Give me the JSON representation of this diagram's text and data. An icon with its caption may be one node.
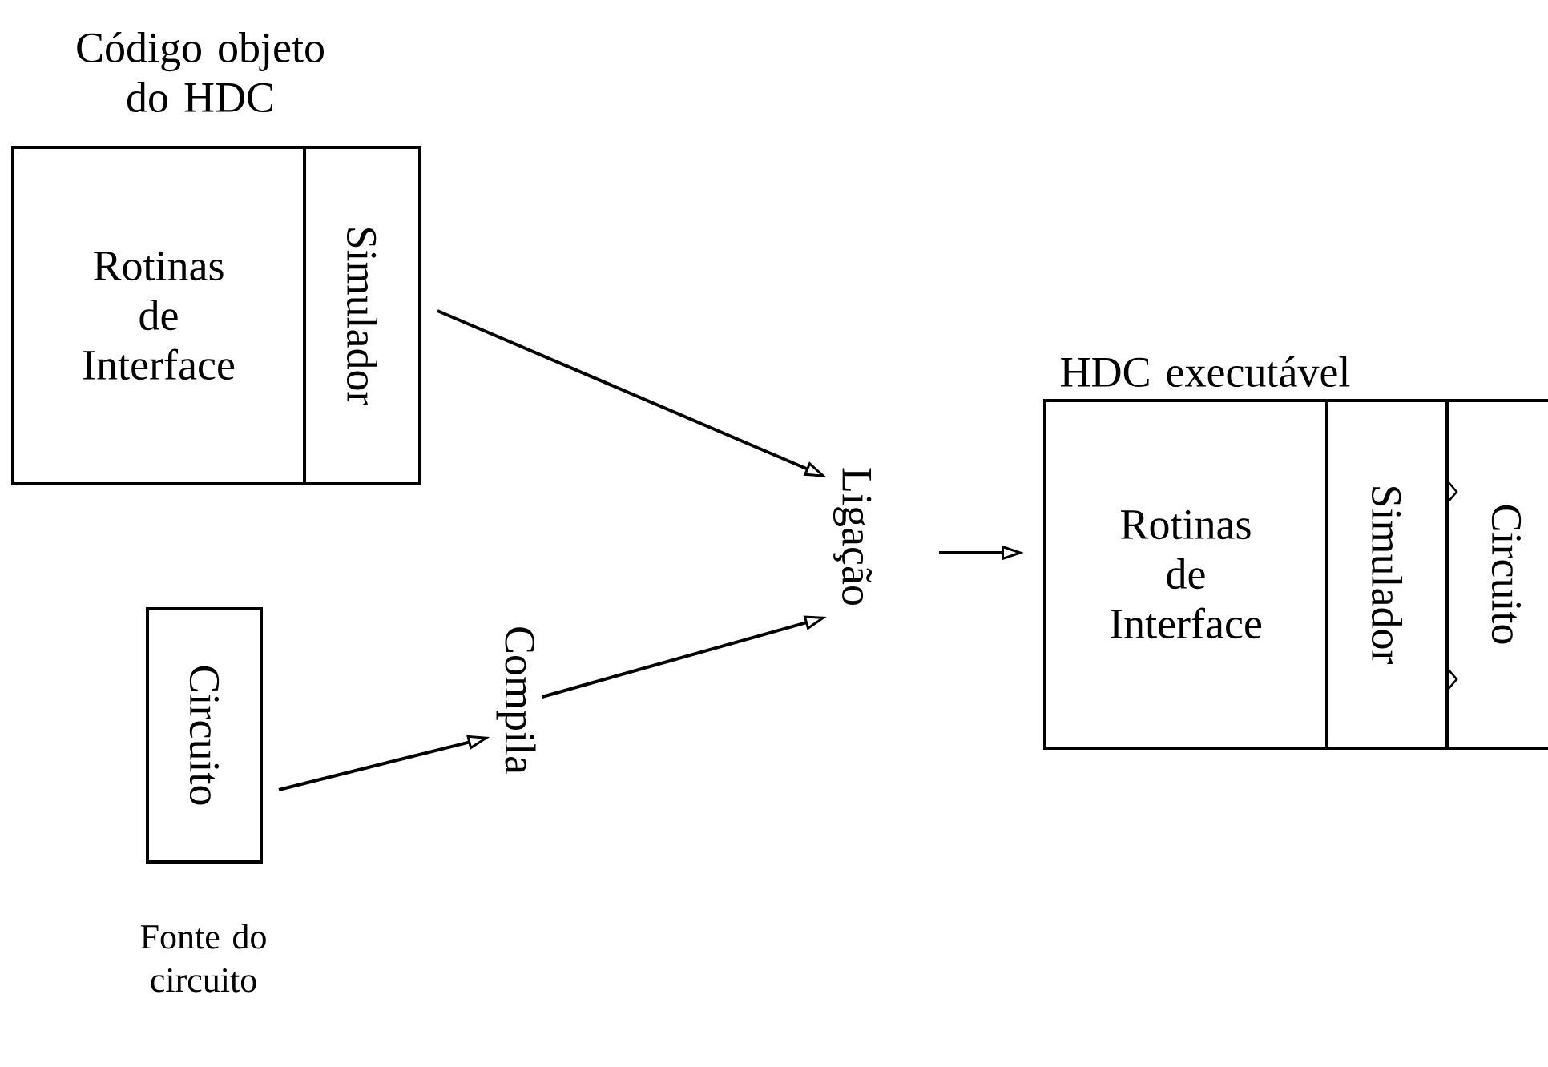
{
  "diagram": {
    "nodes": [
      {
        "text": [
          "Código objeto do HDC"
        ]
      },
      {
        "text": [
          "Rotinas de Interface"
        ],
        "in": 0
      },
      {
        "text": [
          "Simulador"
        ],
        "in": 0
      },
      {
        "text": [
          "Circuito"
        ],
        "beside": [
          "Fonte do circuito"
        ]
      },
      {
        "text": [
          "Compila"
        ]
      },
      {
        "text": [
          "Ligação"
        ]
      },
      {
        "text": [
          "HDC executável"
        ]
      },
      {
        "text": [
          "Rotinas de Interface"
        ],
        "in": 6
      },
      {
        "text": [
          "Simulador"
        ],
        "in": 6
      },
      {
        "text": [
          "Circuito"
        ],
        "in": 6
      }
    ],
    "edges": [
      {
        "from": 0,
        "to": 5,
        "arrow": "to"
      },
      {
        "from": 3,
        "to": 4,
        "arrow": "to"
      },
      {
        "from": 4,
        "to": 5,
        "arrow": "to"
      },
      {
        "from": 5,
        "to": 6,
        "arrow": "to"
      }
    ]
  }
}
